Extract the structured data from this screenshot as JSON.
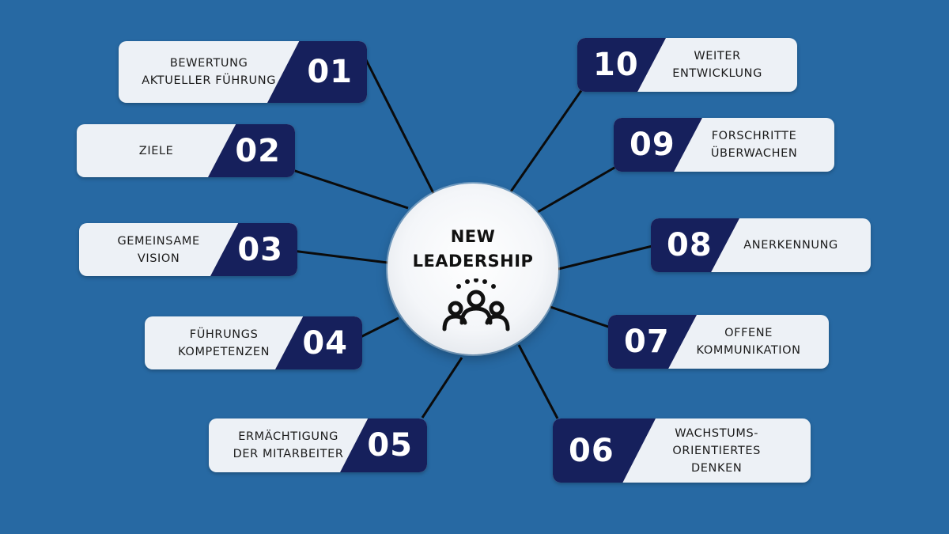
{
  "center": {
    "title": "NEW\nLEADERSHIP",
    "icon": "team-people-icon"
  },
  "colors": {
    "background": "#2769a3",
    "badge": "#16205c",
    "card": "#edf1f6",
    "connector": "#0b0b0b"
  },
  "items": [
    {
      "number": "01",
      "label": "BEWERTUNG\nAKTUELLER FÜHRUNG"
    },
    {
      "number": "02",
      "label": "ZIELE"
    },
    {
      "number": "03",
      "label": "GEMEINSAME\nVISION"
    },
    {
      "number": "04",
      "label": "FÜHRUNGS\nKOMPETENZEN"
    },
    {
      "number": "05",
      "label": "ERMÄCHTIGUNG\nDER MITARBEITER"
    },
    {
      "number": "06",
      "label": "WACHSTUMS-\nORIENTIERTES\nDENKEN"
    },
    {
      "number": "07",
      "label": "OFFENE\nKOMMUNIKATION"
    },
    {
      "number": "08",
      "label": "ANERKENNUNG"
    },
    {
      "number": "09",
      "label": "FORSCHRITTE\nÜBERWACHEN"
    },
    {
      "number": "10",
      "label": "WEITER\nENTWICKLUNG"
    }
  ]
}
